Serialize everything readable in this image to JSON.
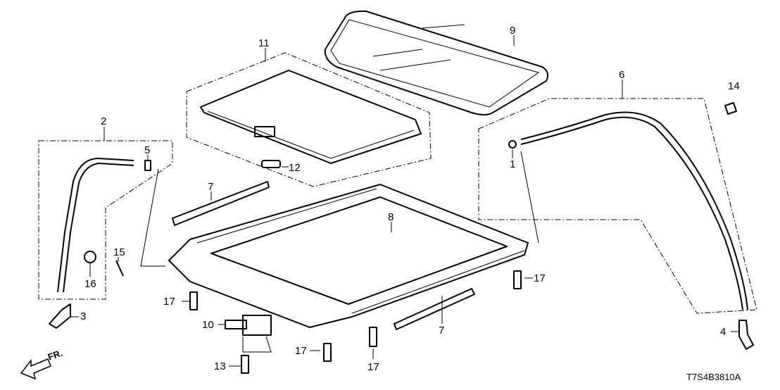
{
  "diagram": {
    "code": "T7S4B3810A",
    "front_marker": "FR.",
    "callouts": {
      "c9": "9",
      "c11": "11",
      "c6": "6",
      "c14": "14",
      "c2": "2",
      "c5": "5",
      "c12": "12",
      "c1": "1",
      "c7a": "7",
      "c8": "8",
      "c15": "15",
      "c16": "16",
      "c17a": "17",
      "c17b": "17",
      "c3": "3",
      "c10": "10",
      "c7b": "7",
      "c4": "4",
      "c17c": "17",
      "c13": "13",
      "c17d": "17"
    }
  }
}
